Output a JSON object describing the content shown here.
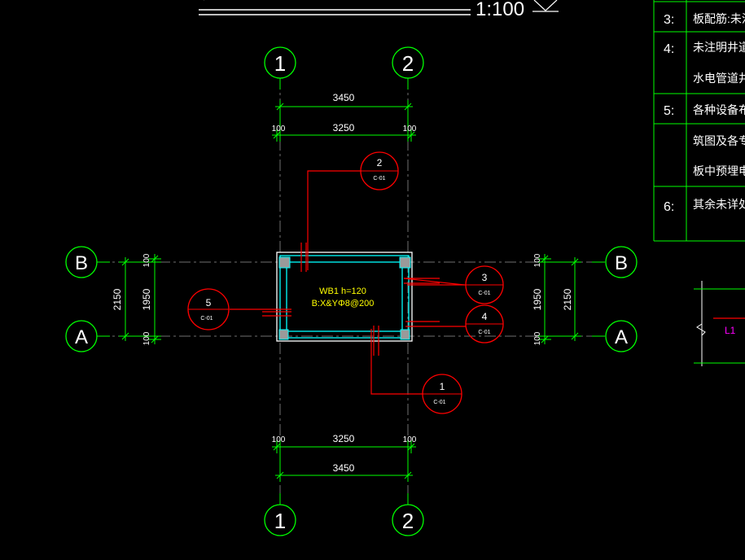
{
  "title": {
    "scale": "1:100"
  },
  "axes": {
    "top_left": "1",
    "top_right": "2",
    "bottom_left": "1",
    "bottom_right": "2",
    "left_top": "B",
    "left_bottom": "A",
    "right_top": "B",
    "right_bottom": "A"
  },
  "dimensions": {
    "top_overall": "3450",
    "top_inner": "3250",
    "top_left_edge": "100",
    "top_right_edge": "100",
    "bottom_overall": "3450",
    "bottom_inner": "3250",
    "bottom_left_edge": "100",
    "bottom_right_edge": "100",
    "left_overall": "2150",
    "left_inner": "1950",
    "left_top_edge": "100",
    "left_bottom_edge": "100",
    "right_overall": "2150",
    "right_inner": "1950",
    "right_top_edge": "100",
    "right_bottom_edge": "100"
  },
  "slab": {
    "label_line1": "WB1  h=120",
    "label_line2": "B:X&YΦ8@200"
  },
  "callouts": [
    {
      "id": "2",
      "sheet": "C-01"
    },
    {
      "id": "3",
      "sheet": "C-01"
    },
    {
      "id": "4",
      "sheet": "C-01"
    },
    {
      "id": "5",
      "sheet": "C-01"
    },
    {
      "id": "1",
      "sheet": "C-01"
    }
  ],
  "notes": [
    {
      "num": "3:",
      "text": "板配筋:未注明"
    },
    {
      "num": "4:",
      "text": "未注明井道洞"
    },
    {
      "num": "",
      "text": "水电管道井处"
    },
    {
      "num": "5:",
      "text": "各种设备布置"
    },
    {
      "num": "",
      "text": "筑图及各专业"
    },
    {
      "num": "",
      "text": "板中预埋电线"
    },
    {
      "num": "6:",
      "text": "其余未详处详"
    }
  ],
  "detail": {
    "label": "L1"
  },
  "colors": {
    "grid": "#00ff00",
    "beam": "#00ffff",
    "callout": "#ff0000",
    "label": "#ffff00",
    "tag": "#ff00ff",
    "text": "#ffffff"
  }
}
